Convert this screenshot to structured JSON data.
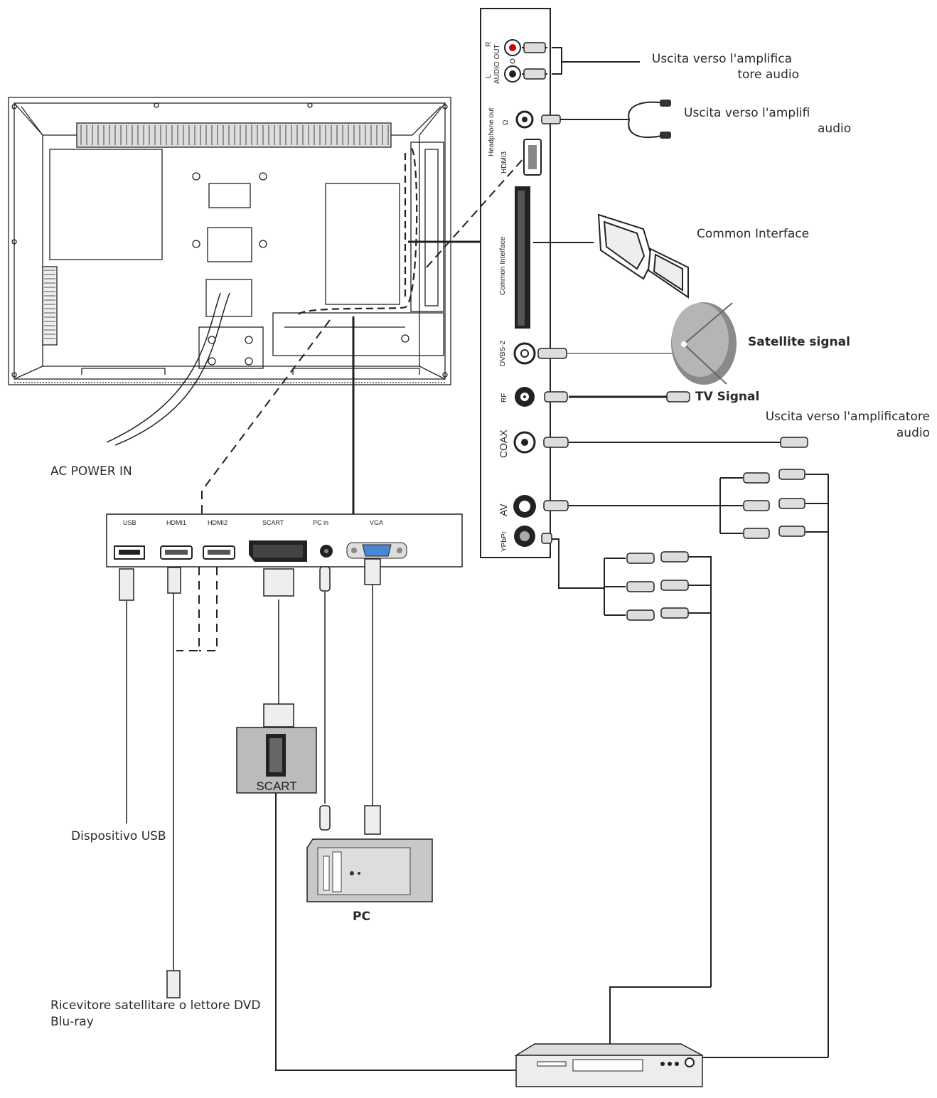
{
  "labels": {
    "audio_out_amp": {
      "line1": "Uscita verso l'amplifica",
      "line2": "tore audio"
    },
    "headphone_amp": {
      "line1": "Uscita verso l'amplifi",
      "line2": "audio"
    },
    "common_interface": "Common Interface",
    "satellite_signal": "Satellite signal",
    "tv_signal": "TV Signal",
    "coax_amp": {
      "line1": "Uscita verso l'amplificatore",
      "line2": "audio"
    },
    "ac_power_in": "AC POWER IN",
    "usb_device": "Dispositivo USB",
    "pc": "PC",
    "receiver": {
      "line1": "Ricevitore satellitare o lettore DVD",
      "line2": "Blu-ray"
    },
    "scart_device": "SCART"
  },
  "side_panel_ports": {
    "audio_out": "AUDIO OUT",
    "audio_r": "R",
    "audio_l": "L",
    "headphone_out": "Headphone out",
    "hdmi3": "HDMI3",
    "common_interface": "Common Interface",
    "dvbs2": "DVBS-2",
    "rf": "RF",
    "coax": "COAX",
    "av": "AV",
    "ypbpr": "YPbPr"
  },
  "bottom_panel_ports": {
    "usb": "USB",
    "hdmi1": "HDMI1",
    "hdmi2": "HDMI2",
    "scart": "SCART",
    "pc_in": "PC in",
    "vga": "VGA"
  }
}
